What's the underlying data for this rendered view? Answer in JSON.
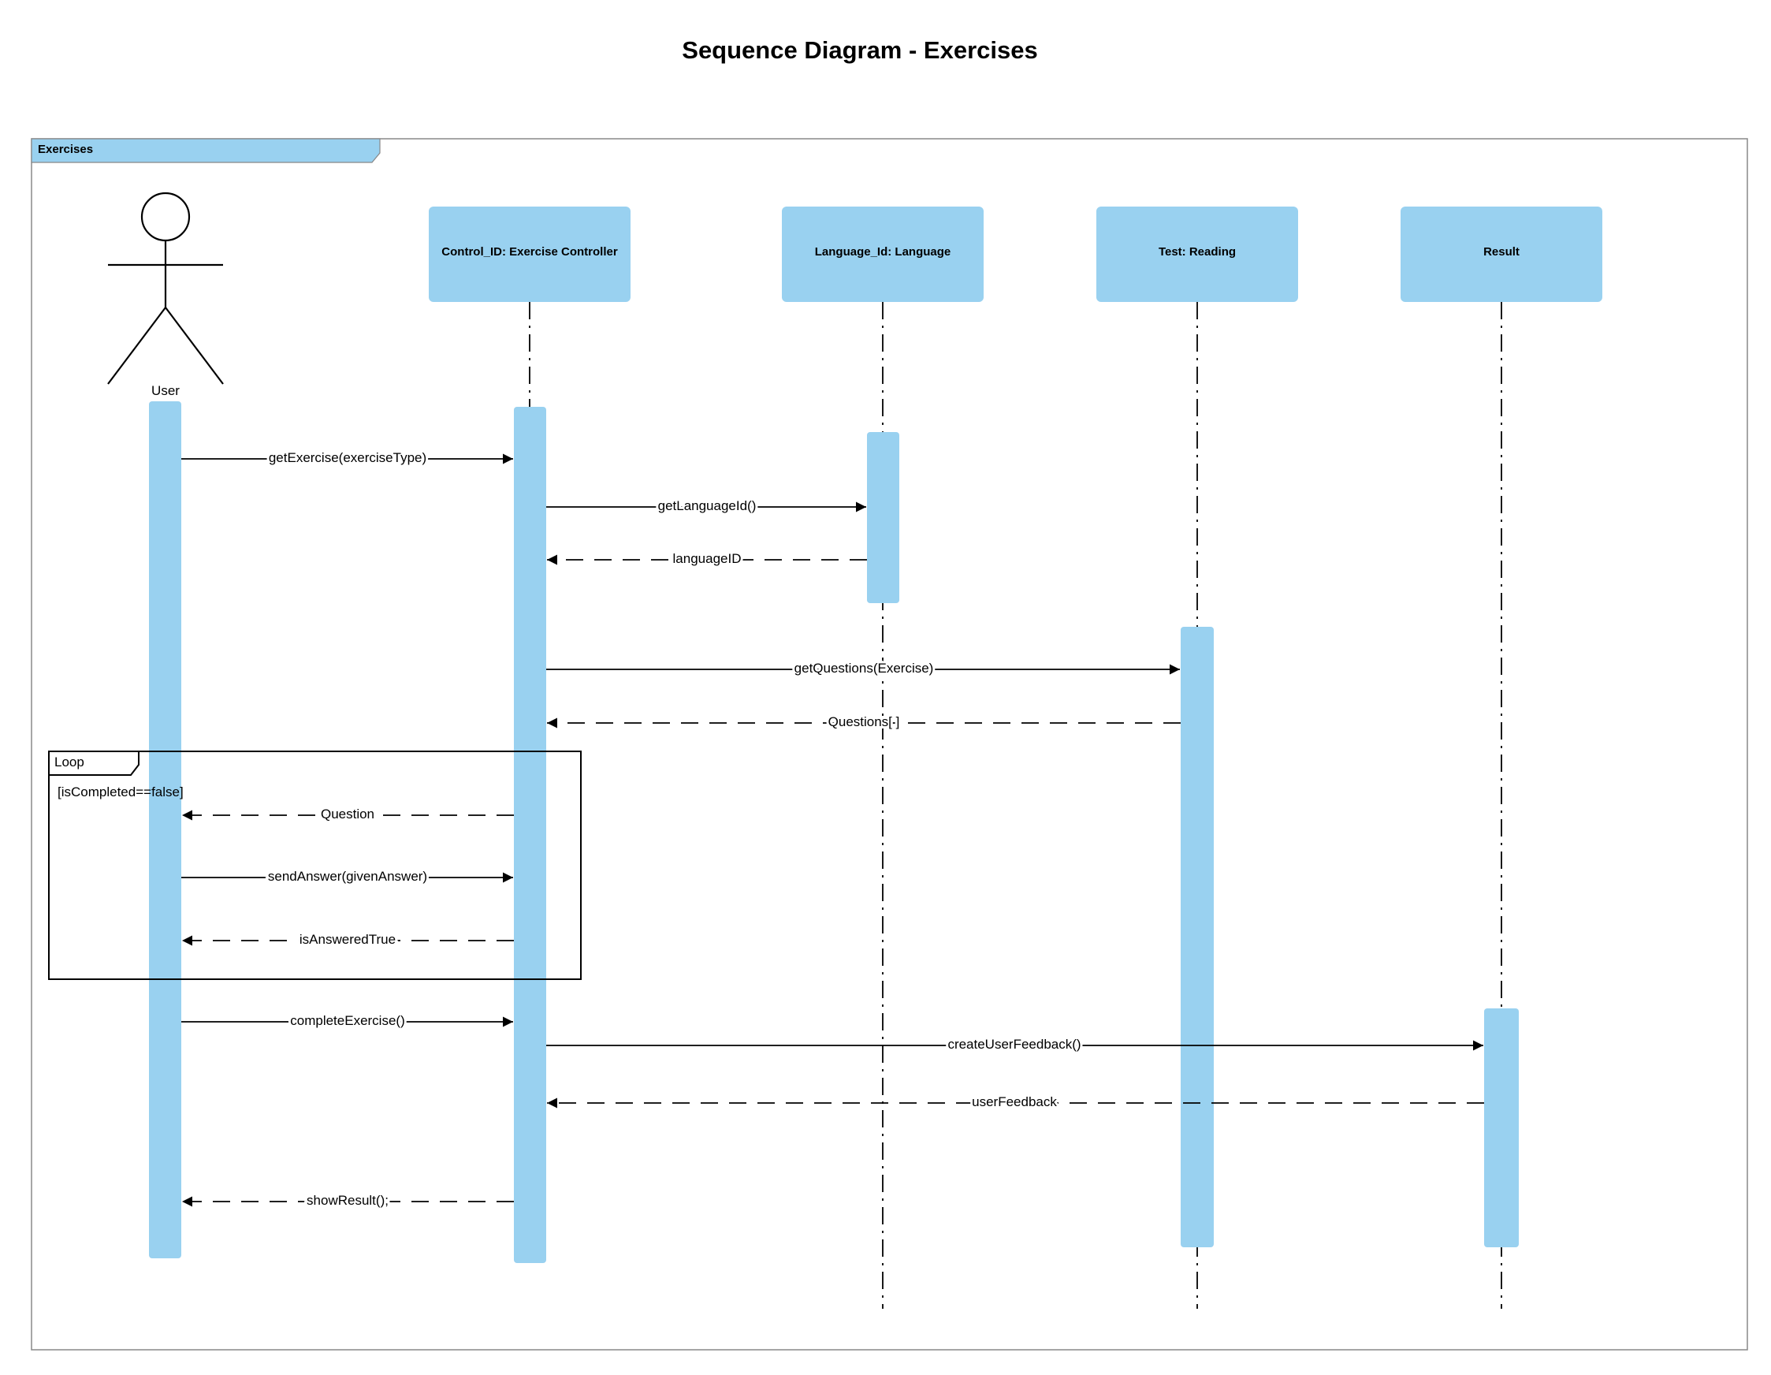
{
  "title": "Sequence Diagram - Exercises",
  "frame": {
    "label": "Exercises"
  },
  "colors": {
    "accent": "#99d1f0",
    "line": "#000000",
    "frame_border": "#888888"
  },
  "actor": {
    "name": "User",
    "icon": "stick-figure-icon"
  },
  "participants": [
    {
      "id": "controller",
      "label": "Control_ID: Exercise Controller"
    },
    {
      "id": "language",
      "label": "Language_Id: Language"
    },
    {
      "id": "test",
      "label": "Test: Reading"
    },
    {
      "id": "result",
      "label": "Result"
    }
  ],
  "loop": {
    "label": "Loop",
    "guard": "[isCompleted==false]"
  },
  "messages": [
    {
      "from": "user",
      "to": "controller",
      "label": "getExercise(exerciseType)",
      "kind": "call"
    },
    {
      "from": "controller",
      "to": "language",
      "label": "getLanguageId()",
      "kind": "call"
    },
    {
      "from": "language",
      "to": "controller",
      "label": "languageID",
      "kind": "return"
    },
    {
      "from": "controller",
      "to": "test",
      "label": "getQuestions(Exercise)",
      "kind": "call"
    },
    {
      "from": "test",
      "to": "controller",
      "label": "Questions[ ]",
      "kind": "return"
    },
    {
      "from": "controller",
      "to": "user",
      "label": "Question",
      "kind": "return"
    },
    {
      "from": "user",
      "to": "controller",
      "label": "sendAnswer(givenAnswer)",
      "kind": "call"
    },
    {
      "from": "controller",
      "to": "user",
      "label": "isAnsweredTrue",
      "kind": "return"
    },
    {
      "from": "user",
      "to": "controller",
      "label": "completeExercise()",
      "kind": "call"
    },
    {
      "from": "controller",
      "to": "result",
      "label": "createUserFeedback()",
      "kind": "call"
    },
    {
      "from": "result",
      "to": "controller",
      "label": "userFeedback",
      "kind": "return"
    },
    {
      "from": "controller",
      "to": "user",
      "label": "showResult();",
      "kind": "return"
    }
  ]
}
